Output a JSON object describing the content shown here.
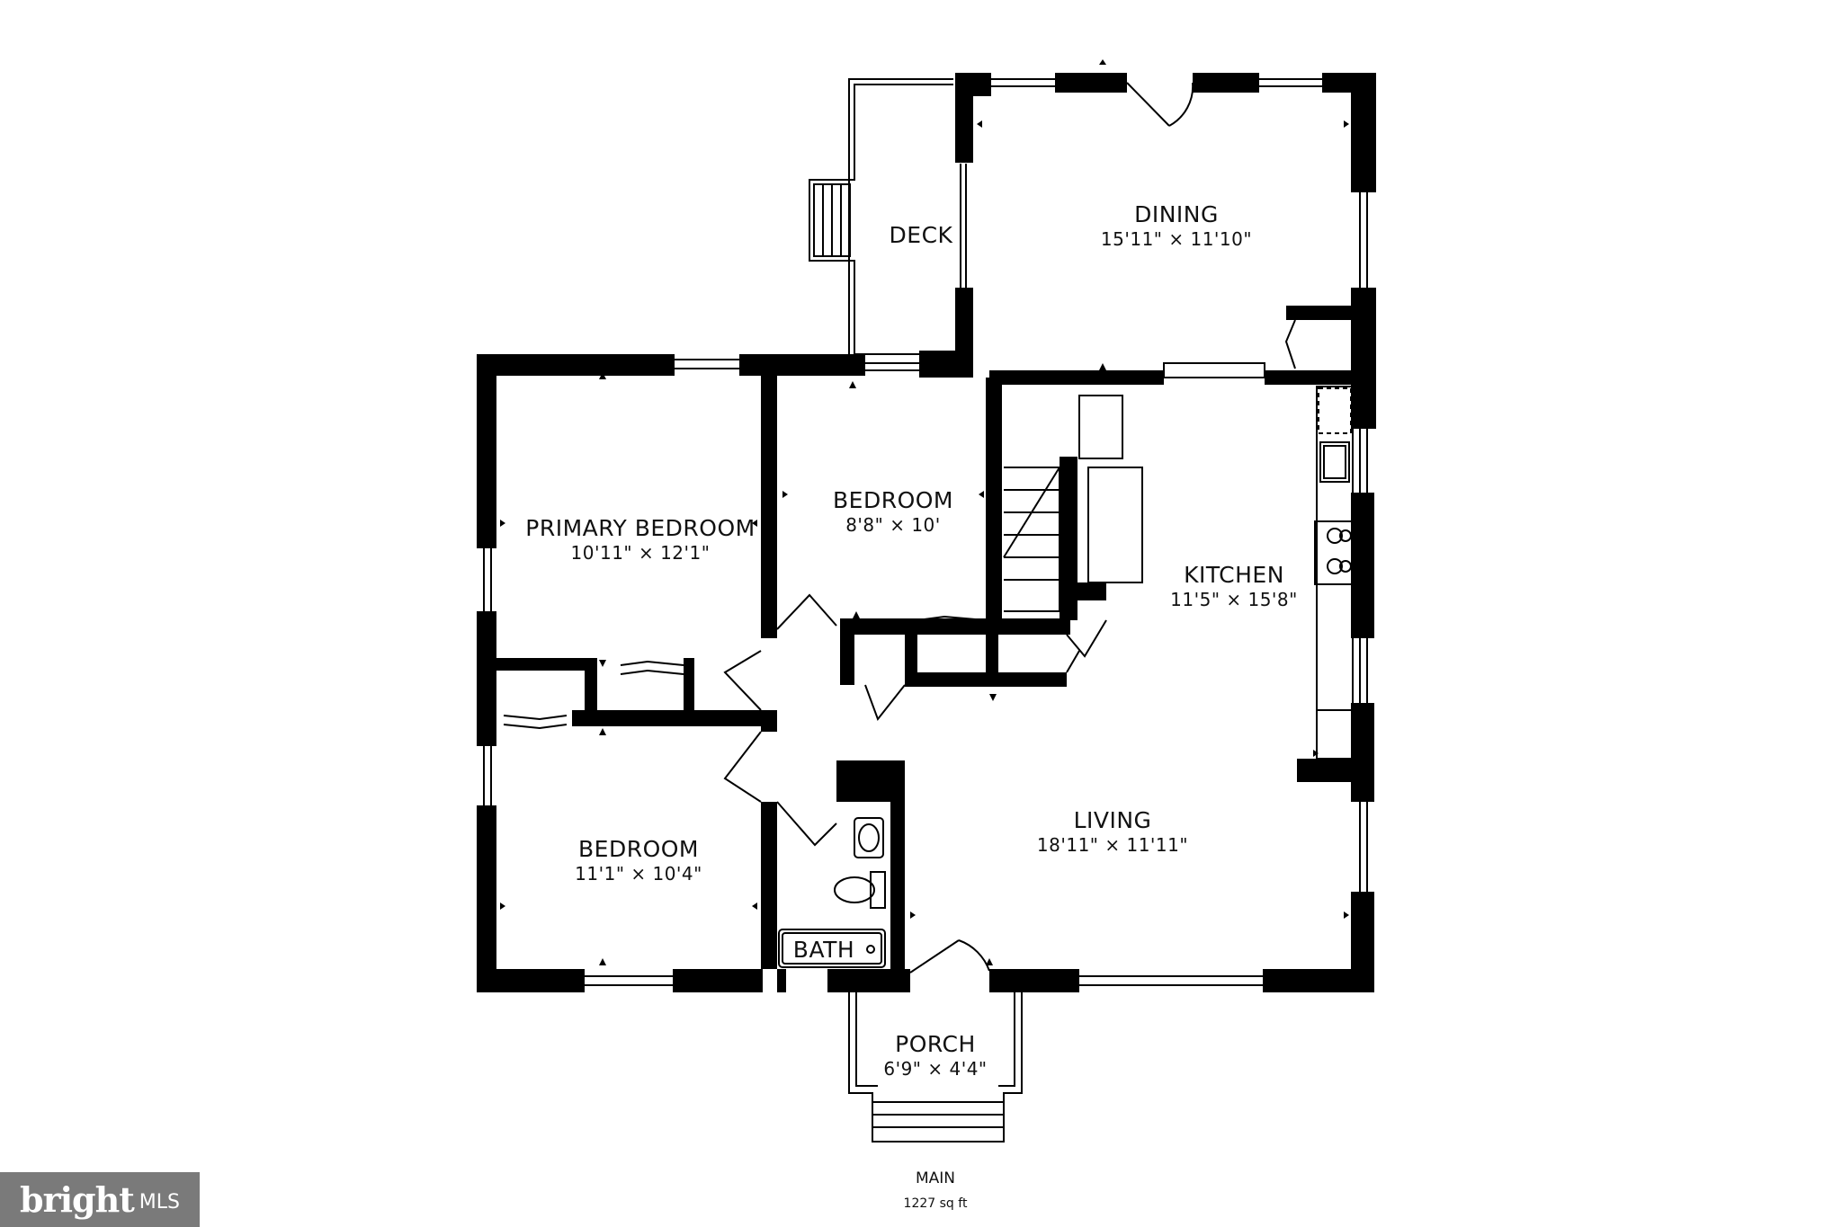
{
  "floor": {
    "name": "MAIN",
    "area": "1227 sq ft"
  },
  "rooms": {
    "deck": {
      "name": "DECK"
    },
    "dining": {
      "name": "DINING",
      "dims": "15'11\" × 11'10\""
    },
    "primary_bedroom": {
      "name": "PRIMARY BEDROOM",
      "dims": "10'11\" × 12'1\""
    },
    "bedroom_2": {
      "name": "BEDROOM",
      "dims": "8'8\" × 10'"
    },
    "kitchen": {
      "name": "KITCHEN",
      "dims": "11'5\" × 15'8\""
    },
    "living": {
      "name": "LIVING",
      "dims": "18'11\" × 11'11\""
    },
    "bedroom_3": {
      "name": "BEDROOM",
      "dims": "11'1\" × 10'4\""
    },
    "bath": {
      "name": "BATH"
    },
    "porch": {
      "name": "PORCH",
      "dims": "6'9\" × 4'4\""
    }
  },
  "logo": {
    "brand": "bright",
    "suffix": "MLS"
  },
  "colors": {
    "wall": "#000000",
    "background": "#ffffff",
    "logo_bg": "#7a7a7a"
  }
}
